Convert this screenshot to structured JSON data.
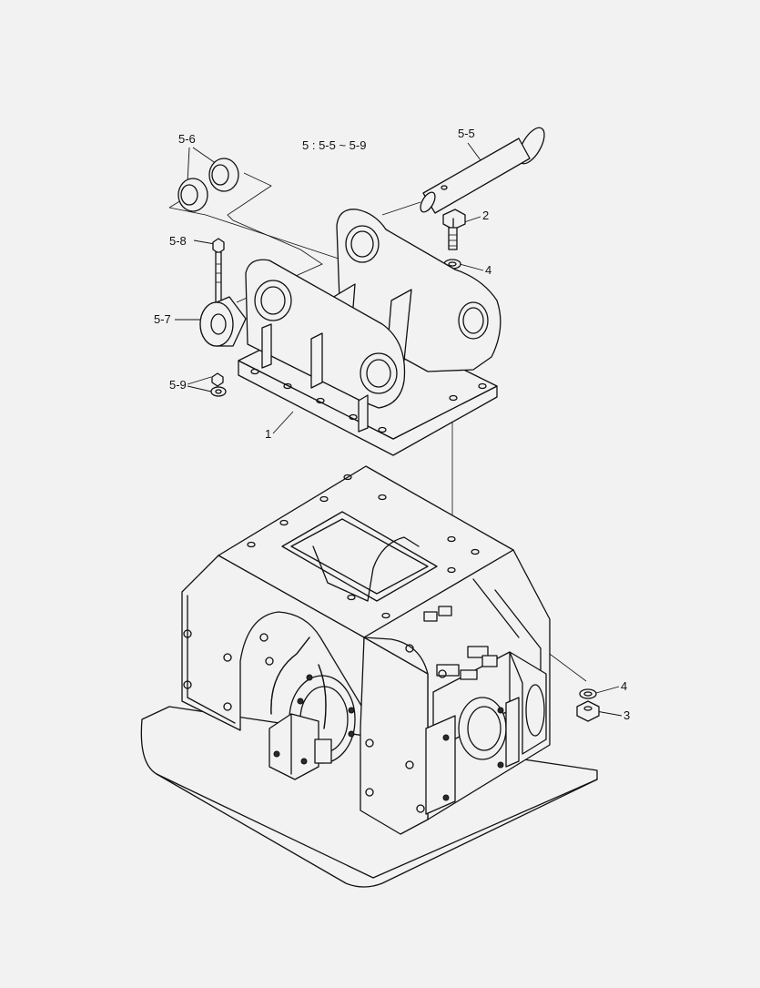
{
  "drawing": {
    "title_note": "5 : 5-5 ~ 5-9"
  },
  "callouts": [
    {
      "id": "5-6",
      "label": "5-6"
    },
    {
      "id": "5-5",
      "label": "5-5"
    },
    {
      "id": "2",
      "label": "2"
    },
    {
      "id": "4a",
      "label": "4"
    },
    {
      "id": "5-8",
      "label": "5-8"
    },
    {
      "id": "5-7",
      "label": "5-7"
    },
    {
      "id": "5-9",
      "label": "5-9"
    },
    {
      "id": "1",
      "label": "1"
    },
    {
      "id": "4b",
      "label": "4"
    },
    {
      "id": "3",
      "label": "3"
    }
  ],
  "colors": {
    "background": "#f2f2f2",
    "line": "#111111"
  }
}
